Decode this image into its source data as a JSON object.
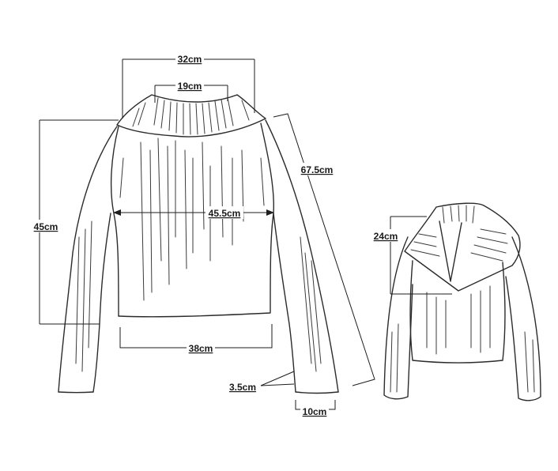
{
  "measurements": {
    "shoulder_width": "32cm",
    "neck_width": "19cm",
    "sleeve_length": "67.5cm",
    "chest_width": "45.5cm",
    "length": "45cm",
    "hem_width": "38cm",
    "cuff_rib": "3.5cm",
    "cuff_width": "10cm",
    "collar_depth": "24cm"
  }
}
